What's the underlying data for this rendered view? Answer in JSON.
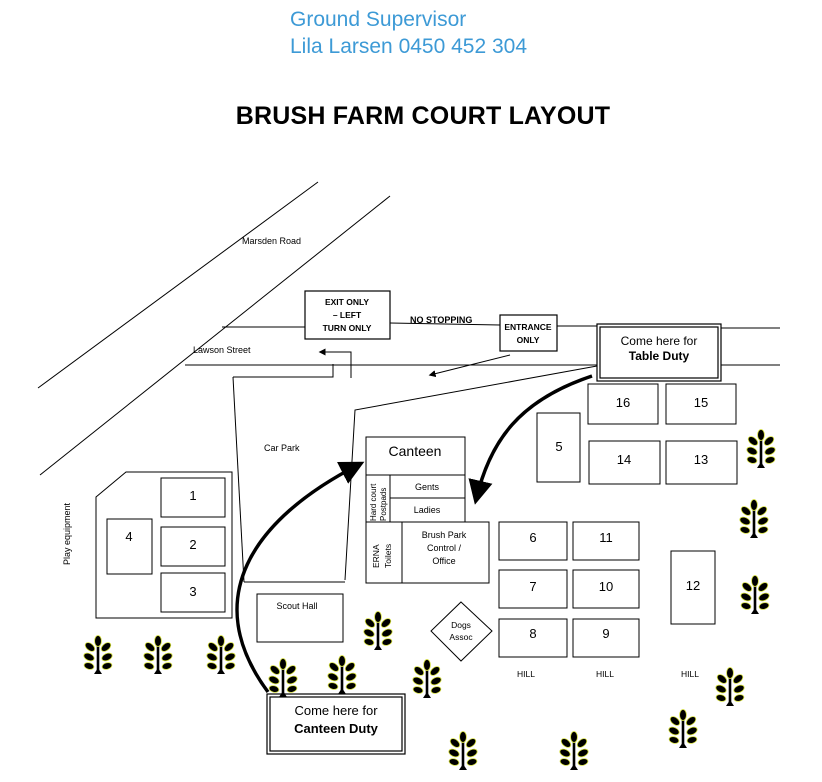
{
  "header": {
    "supervisor_role": "Ground Supervisor",
    "supervisor_contact": "Lila Larsen 0450 452 304",
    "title": "BRUSH FARM COURT LAYOUT"
  },
  "roads": {
    "marsden": "Marsden Road",
    "lawson": "Lawson Street",
    "no_stopping": "NO STOPPING"
  },
  "signs": {
    "exit_l1": "EXIT ONLY",
    "exit_l2": "– LEFT",
    "exit_l3": "TURN ONLY",
    "entrance_l1": "ENTRANCE",
    "entrance_l2": "ONLY"
  },
  "areas": {
    "car_park": "Car Park",
    "play_equipment": "Play equipment",
    "canteen": "Canteen",
    "hard_court_l1": "Hard court",
    "hard_court_l2": "Postpads",
    "gents": "Gents",
    "ladies": "Ladies",
    "erna_l1": "ERNA",
    "erna_l2": "Toilets",
    "control_l1": "Brush Park",
    "control_l2": "Control /",
    "control_l3": "Office",
    "scout_hall": "Scout Hall",
    "dogs_l1": "Dogs",
    "dogs_l2": "Assoc",
    "hill": "HILL"
  },
  "courts": {
    "c1": "1",
    "c2": "2",
    "c3": "3",
    "c4": "4",
    "c5": "5",
    "c6": "6",
    "c7": "7",
    "c8": "8",
    "c9": "9",
    "c10": "10",
    "c11": "11",
    "c12": "12",
    "c13": "13",
    "c14": "14",
    "c15": "15",
    "c16": "16"
  },
  "callouts": {
    "table_l1": "Come here for",
    "table_l2": "Table Duty",
    "canteen_l1": "Come here for",
    "canteen_l2": "Canteen Duty"
  },
  "icons": {
    "tree": "tree-icon"
  }
}
